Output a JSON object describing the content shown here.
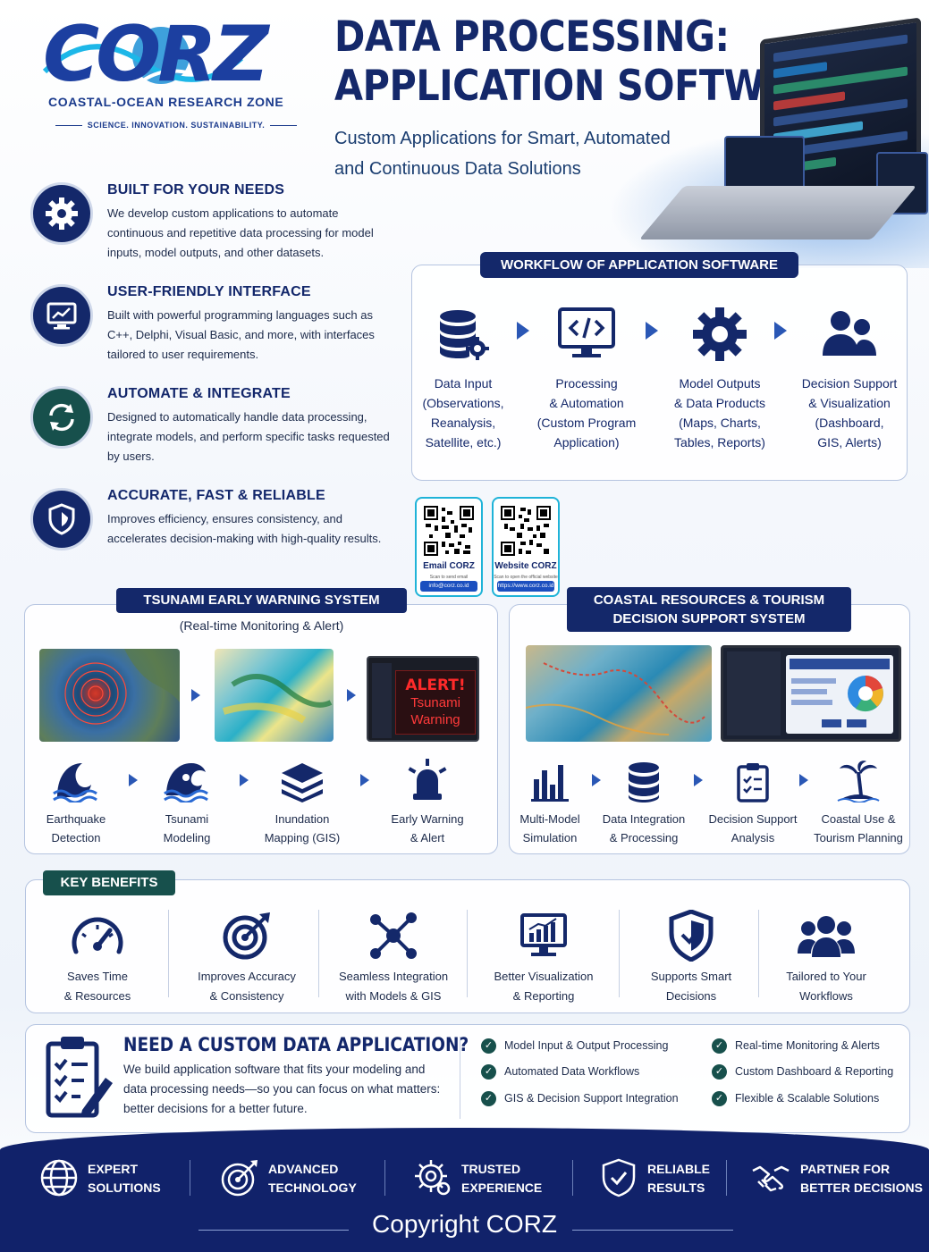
{
  "logo": {
    "mark": "CORZ",
    "name": "COASTAL-OCEAN RESEARCH ZONE",
    "tagline": "SCIENCE. INNOVATION. SUSTAINABILITY."
  },
  "header": {
    "title_line1": "DATA PROCESSING:",
    "title_line2": "APPLICATION SOFTWARE",
    "subtitle_line1": "Custom Applications for Smart, Automated",
    "subtitle_line2": "and Continuous Data Solutions"
  },
  "features": [
    {
      "icon": "gear-icon",
      "title": "BUILT FOR YOUR NEEDS",
      "desc": "We develop custom applications to automate continuous and repetitive data processing for model inputs, model outputs, and other datasets."
    },
    {
      "icon": "monitor-chart-icon",
      "title": "USER-FRIENDLY INTERFACE",
      "desc": "Built with powerful programming languages such as C++, Delphi, Visual Basic, and more, with interfaces tailored to user requirements."
    },
    {
      "icon": "sync-icon",
      "title": "AUTOMATE & INTEGRATE",
      "desc": "Designed to automatically handle data processing, integrate models, and perform specific tasks requested by users."
    },
    {
      "icon": "shield-icon",
      "title": "ACCURATE, FAST & RELIABLE",
      "desc": "Improves efficiency, ensures consistency, and accelerates decision-making with high-quality results."
    }
  ],
  "workflow": {
    "heading": "WORKFLOW OF APPLICATION SOFTWARE",
    "steps": [
      {
        "icon": "database-gear-icon",
        "l1": "Data Input",
        "l2": "(Observations,",
        "l3": "Reanalysis,",
        "l4": "Satellite, etc.)"
      },
      {
        "icon": "code-monitor-icon",
        "l1": "Processing",
        "l2": "& Automation",
        "l3": "(Custom Program",
        "l4": "Application)"
      },
      {
        "icon": "gear-icon",
        "l1": "Model Outputs",
        "l2": "& Data Products",
        "l3": "(Maps, Charts,",
        "l4": "Tables, Reports)"
      },
      {
        "icon": "users-icon",
        "l1": "Decision Support",
        "l2": "& Visualization",
        "l3": "(Dashboard,",
        "l4": "GIS, Alerts)"
      }
    ]
  },
  "qr": {
    "email": {
      "label": "Email CORZ",
      "small": "Scan to send email",
      "foot": "info@corz.co.id"
    },
    "website": {
      "label": "Website CORZ",
      "small": "Scan to open the official website corz",
      "foot": "https://www.corz.co.id"
    }
  },
  "tsunami": {
    "heading": "TSUNAMI EARLY WARNING SYSTEM",
    "subheading": "(Real-time Monitoring & Alert)",
    "alert_title": "ALERT!",
    "alert_l1": "Tsunami",
    "alert_l2": "Warning",
    "steps": [
      {
        "icon": "wave-icon",
        "l1": "Earthquake",
        "l2": "Detection"
      },
      {
        "icon": "tsunami-wave-icon",
        "l1": "Tsunami",
        "l2": "Modeling"
      },
      {
        "icon": "layers-icon",
        "l1": "Inundation",
        "l2": "Mapping (GIS)"
      },
      {
        "icon": "alarm-light-icon",
        "l1": "Early Warning",
        "l2": "& Alert"
      }
    ]
  },
  "coastal": {
    "heading_l1": "COASTAL RESOURCES & TOURISM",
    "heading_l2": "DECISION SUPPORT SYSTEM",
    "steps": [
      {
        "icon": "bar-chart-icon",
        "l1": "Multi-Model",
        "l2": "Simulation"
      },
      {
        "icon": "database-icon",
        "l1": "Data Integration",
        "l2": "& Processing"
      },
      {
        "icon": "clipboard-check-icon",
        "l1": "Decision Support",
        "l2": "Analysis"
      },
      {
        "icon": "palm-island-icon",
        "l1": "Coastal Use &",
        "l2": "Tourism Planning"
      }
    ]
  },
  "benefits": {
    "heading": "KEY BENEFITS",
    "items": [
      {
        "icon": "speedometer-icon",
        "l1": "Saves Time",
        "l2": "& Resources"
      },
      {
        "icon": "target-icon",
        "l1": "Improves Accuracy",
        "l2": "& Consistency"
      },
      {
        "icon": "network-icon",
        "l1": "Seamless Integration",
        "l2": "with Models & GIS"
      },
      {
        "icon": "monitor-chart-icon",
        "l1": "Better Visualization",
        "l2": "& Reporting"
      },
      {
        "icon": "shield-check-icon",
        "l1": "Supports Smart",
        "l2": "Decisions"
      },
      {
        "icon": "team-icon",
        "l1": "Tailored to Your",
        "l2": "Workflows"
      }
    ]
  },
  "custom": {
    "title": "NEED A CUSTOM DATA APPLICATION?",
    "desc": "We build application software that fits your modeling and data processing needs—so you can focus on what matters: better decisions for a better future.",
    "checks": [
      "Model Input & Output Processing",
      "Real-time Monitoring & Alerts",
      "Automated Data Workflows",
      "Custom Dashboard & Reporting",
      "GIS & Decision Support Integration",
      "Flexible & Scalable Solutions"
    ]
  },
  "footer": {
    "items": [
      {
        "icon": "globe-icon",
        "l1": "EXPERT",
        "l2": "SOLUTIONS"
      },
      {
        "icon": "target-icon",
        "l1": "ADVANCED",
        "l2": "TECHNOLOGY"
      },
      {
        "icon": "gear-head-icon",
        "l1": "TRUSTED",
        "l2": "EXPERIENCE"
      },
      {
        "icon": "shield-check-icon",
        "l1": "RELIABLE",
        "l2": "RESULTS"
      },
      {
        "icon": "handshake-icon",
        "l1": "PARTNER FOR",
        "l2": "BETTER DECISIONS"
      }
    ],
    "copyright": "Copyright CORZ"
  },
  "colors": {
    "navy": "#14286a",
    "teal": "#17504c",
    "accent": "#2a57b5",
    "alert": "#e03030"
  }
}
